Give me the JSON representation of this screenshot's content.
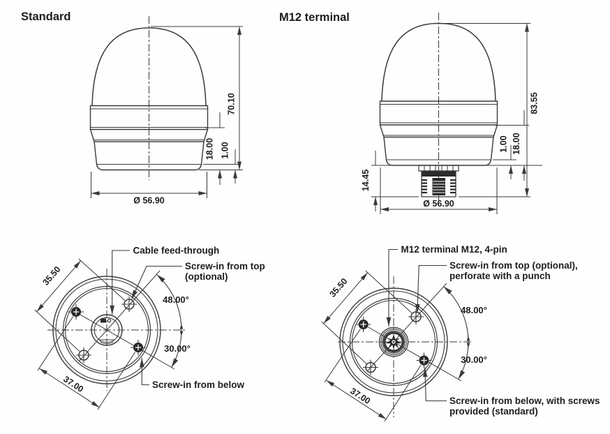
{
  "standard_side": {
    "title": "Standard",
    "dim_total_height": "70.10",
    "dim_base_height": "18.00",
    "dim_lip": "1.00",
    "dim_diameter": "Ø 56.90"
  },
  "m12_side": {
    "title": "M12 terminal",
    "dim_total_height": "83.55",
    "dim_lip": "1.00",
    "dim_base_height": "18.00",
    "dim_connector": "14.45",
    "dim_diameter": "Ø 56.90"
  },
  "standard_bottom": {
    "callout_cable": "Cable feed-through",
    "callout_screw_top_line1": "Screw-in from top",
    "callout_screw_top_line2": "(optional)",
    "callout_screw_below": "Screw-in from below",
    "dim_screw_spacing_optional": "35.50",
    "dim_screw_spacing_standard": "37.00",
    "dim_angle_top": "48.00°",
    "dim_angle_bottom": "30.00°"
  },
  "m12_bottom": {
    "callout_terminal": "M12 terminal M12, 4-pin",
    "callout_screw_top_line1": "Screw-in from top (optional),",
    "callout_screw_top_line2": "perforate with a punch",
    "callout_screw_below_line1": "Screw-in from below, with screws",
    "callout_screw_below_line2": "provided (standard)",
    "dim_screw_spacing_optional": "35.50",
    "dim_screw_spacing_standard": "37.00",
    "dim_angle_top": "48.00°",
    "dim_angle_bottom": "30.00°"
  },
  "colors": {
    "ink": "#1d1d1b",
    "line": "#3a3a38",
    "background": "#ffffff"
  }
}
